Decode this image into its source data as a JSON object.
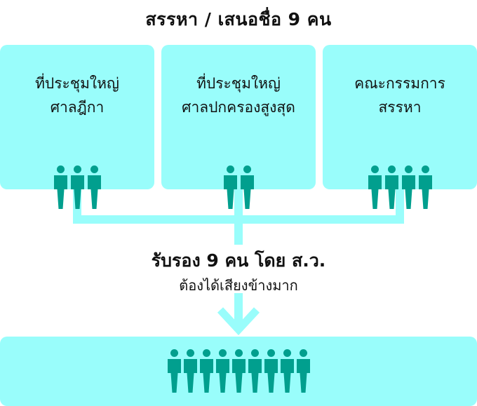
{
  "header": {
    "title": "สรรหา / เสนอชื่อ 9 คน"
  },
  "colors": {
    "box": "#99fdfb",
    "figure": "#019f8e",
    "connector": "#99fdfb"
  },
  "sources": [
    {
      "line1": "ที่ประชุมใหญ่",
      "line2": "ศาลฎีกา",
      "count": 3
    },
    {
      "line1": "ที่ประชุมใหญ่",
      "line2": "ศาลปกครองสูงสุด",
      "count": 2
    },
    {
      "line1": "คณะกรรมการ",
      "line2": "สรรหา",
      "count": 4
    }
  ],
  "result": {
    "main": "รับรอง 9 คน โดย ส.ว.",
    "sub": "ต้องได้เสียงข้างมาก",
    "count": 9
  },
  "icons": {
    "person": "person-icon",
    "arrow": "arrow-down-icon"
  }
}
